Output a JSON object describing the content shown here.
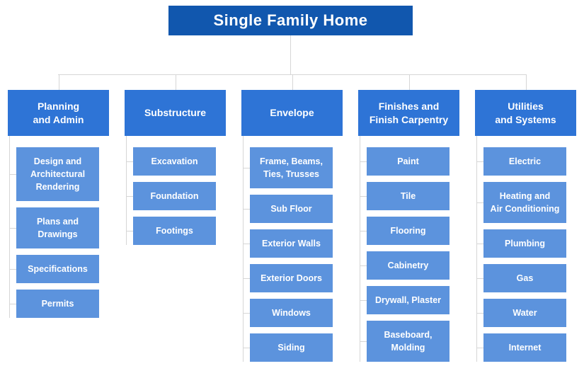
{
  "palette": {
    "root_bg": "#1157AE",
    "category_bg": "#2E74D6",
    "item_bg": "#5C93DD",
    "connector_line": "#D6D6D6",
    "text": "#FFFFFF"
  },
  "root": {
    "title": "Single Family Home"
  },
  "columns": [
    {
      "title": "Planning\nand Admin",
      "children": [
        "Design and\nArchitectural\nRendering",
        "Plans and\nDrawings",
        "Specifications",
        "Permits"
      ]
    },
    {
      "title": "Substructure",
      "children": [
        "Excavation",
        "Foundation",
        "Footings"
      ]
    },
    {
      "title": "Envelope",
      "children": [
        "Frame, Beams,\nTies, Trusses",
        "Sub Floor",
        "Exterior Walls",
        "Exterior Doors",
        "Windows",
        "Siding"
      ]
    },
    {
      "title": "Finishes and\nFinish Carpentry",
      "children": [
        "Paint",
        "Tile",
        "Flooring",
        "Cabinetry",
        "Drywall, Plaster",
        "Baseboard,\nMolding"
      ]
    },
    {
      "title": "Utilities\nand Systems",
      "children": [
        "Electric",
        "Heating and\nAir Conditioning",
        "Plumbing",
        "Gas",
        "Water",
        "Internet"
      ]
    }
  ]
}
